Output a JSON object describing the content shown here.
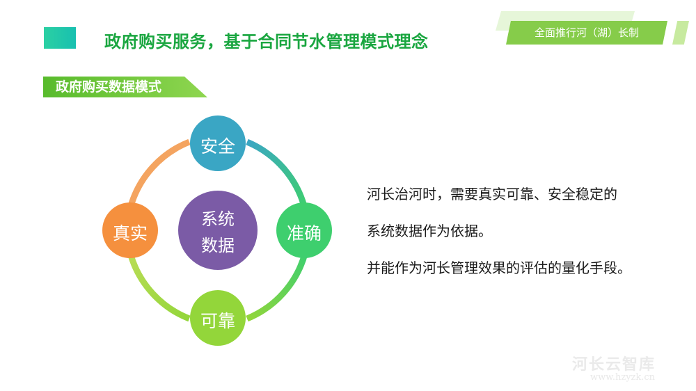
{
  "header": {
    "title": "政府购买服务，基于合同节水管理模式理念",
    "banner_text": "全面推行河（湖）长制"
  },
  "section": {
    "label": "政府购买数据模式"
  },
  "diagram": {
    "center_line1": "系统",
    "center_line2": "数据",
    "nodes": {
      "top": "安全",
      "right": "准确",
      "bottom": "可靠",
      "left": "真实"
    }
  },
  "description": {
    "line1": "河长治河时，需要真实可靠、安全稳定的",
    "line2": "系统数据作为依据。",
    "line3": "并能作为河长管理效果的评估的量化手段。"
  },
  "watermark": {
    "text": "河长云智库",
    "url": "www.hzyzk.cn"
  },
  "colors": {
    "title_green": "#1aa640",
    "top_node": "#3aa6c4",
    "right_node": "#3ecf6e",
    "bottom_node": "#93d63a",
    "left_node": "#f5903e",
    "center_node": "#7b5ba6"
  }
}
